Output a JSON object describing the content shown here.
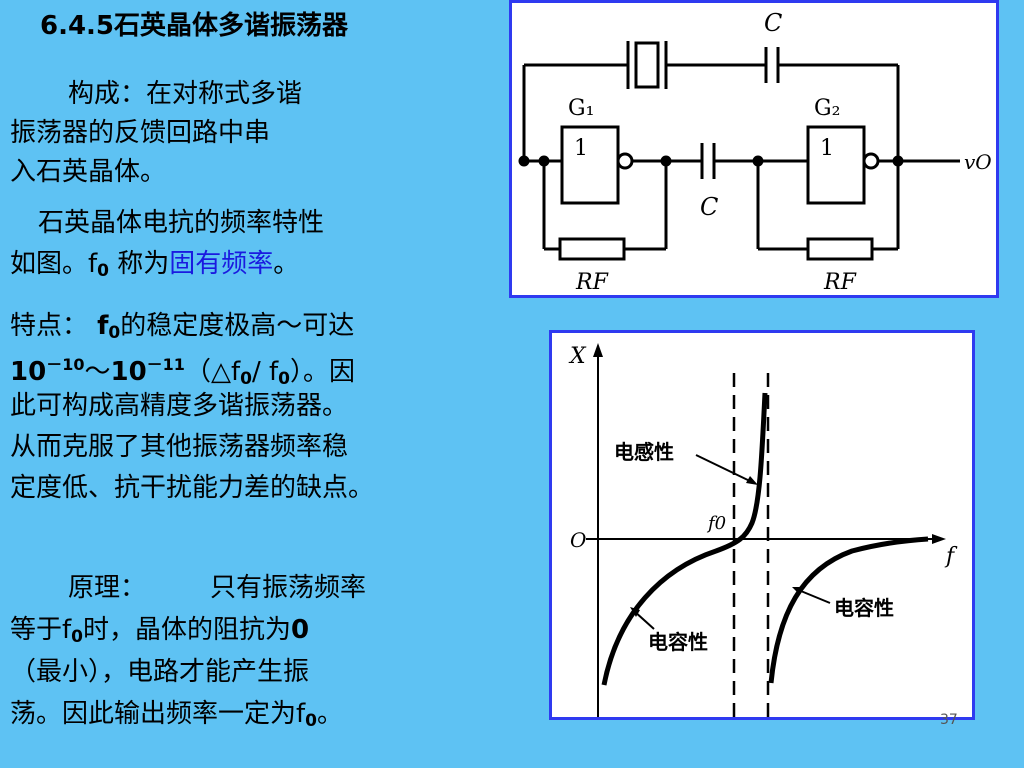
{
  "title": "6.4.5石英晶体多谐振荡器",
  "intro": {
    "line1": "构成：在对称式多谐",
    "line2": "振荡器的反馈回路中串",
    "line3": "入石英晶体。"
  },
  "reactance": {
    "line1": "石英晶体电抗的频率特性",
    "line2_prefix": "如图。f",
    "line2_sub": "0",
    "line2_mid": " 称为",
    "line2_link": "固有频率",
    "line2_end": "。"
  },
  "features": {
    "label": "特点：",
    "f": " f",
    "f_sub": "0",
    "line1_rest": "的稳定度极高～可达",
    "exp_base1": "10",
    "exp1": "－10",
    "tilde": "～",
    "exp_base2": "10",
    "exp2": "－11",
    "paren_open": "（△f",
    "paren_sub1": "0",
    "slash": "/ f",
    "paren_sub2": "0",
    "paren_close": "）。因",
    "line3": "此可构成高精度多谐振荡器。",
    "line4": "从而克服了其他振荡器频率稳",
    "line5": "定度低、抗干扰能力差的缺点。"
  },
  "principle": {
    "label": "原理：",
    "text1": "只有振荡频率",
    "line2_prefix": "等于f",
    "line2_sub": "0",
    "line2_mid": "时，晶体的阻抗为",
    "line2_end": "0",
    "line3": "（最小），电路才能产生振",
    "line4_prefix": "荡。因此输出频率一定为f",
    "line4_sub": "0",
    "line4_end": "。"
  },
  "circuit": {
    "cap_top": "C",
    "cap_mid": "C",
    "gate1": "G₁",
    "gate2": "G₂",
    "gate1_num": "1",
    "gate2_num": "1",
    "rf1": "RF",
    "rf2": "RF",
    "output": "vO"
  },
  "graph": {
    "ylabel": "X",
    "xlabel": "f",
    "origin": "O",
    "f0": "f0",
    "inductive": "电感性",
    "capacitive_left": "电容性",
    "capacitive_right": "电容性"
  },
  "page_number": "37"
}
